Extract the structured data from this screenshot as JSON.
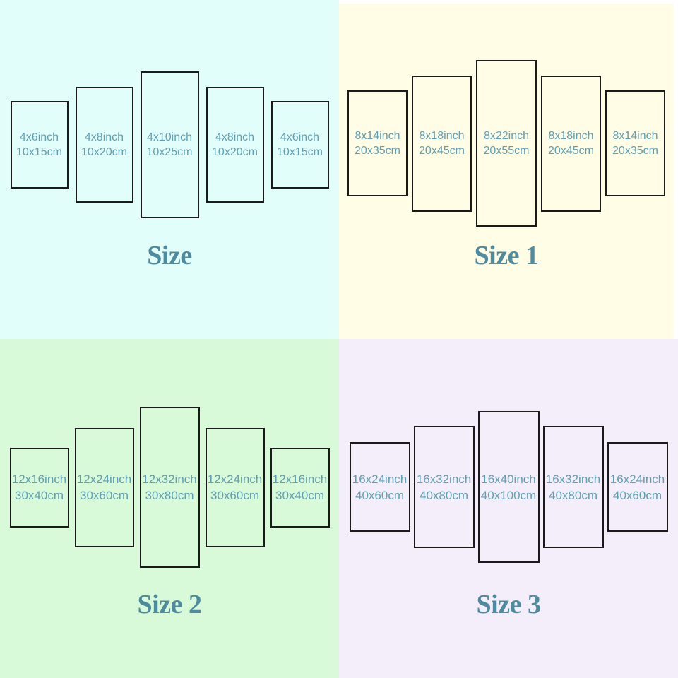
{
  "colors": {
    "label_text": "#5e9fb3",
    "title_text": "#4f8b9e",
    "panel_border": "#1a1a1a",
    "bg_top_left": "#e2fefa",
    "bg_top_right": "#fffde5",
    "bg_bottom_left": "#d9fad8",
    "bg_bottom_right": "#f3eef9",
    "frame_white": "#ffffff"
  },
  "quadrants": [
    {
      "title": "Size",
      "panels": [
        {
          "inch": "4x6inch",
          "cm": "10x15cm"
        },
        {
          "inch": "4x8inch",
          "cm": "10x20cm"
        },
        {
          "inch": "4x10inch",
          "cm": "10x25cm"
        },
        {
          "inch": "4x8inch",
          "cm": "10x20cm"
        },
        {
          "inch": "4x6inch",
          "cm": "10x15cm"
        }
      ]
    },
    {
      "title": "Size 1",
      "panels": [
        {
          "inch": "8x14inch",
          "cm": "20x35cm"
        },
        {
          "inch": "8x18inch",
          "cm": "20x45cm"
        },
        {
          "inch": "8x22inch",
          "cm": "20x55cm"
        },
        {
          "inch": "8x18inch",
          "cm": "20x45cm"
        },
        {
          "inch": "8x14inch",
          "cm": "20x35cm"
        }
      ]
    },
    {
      "title": "Size 2",
      "panels": [
        {
          "inch": "12x16inch",
          "cm": "30x40cm"
        },
        {
          "inch": "12x24inch",
          "cm": "30x60cm"
        },
        {
          "inch": "12x32inch",
          "cm": "30x80cm"
        },
        {
          "inch": "12x24inch",
          "cm": "30x60cm"
        },
        {
          "inch": "12x16inch",
          "cm": "30x40cm"
        }
      ]
    },
    {
      "title": "Size 3",
      "panels": [
        {
          "inch": "16x24inch",
          "cm": "40x60cm"
        },
        {
          "inch": "16x32inch",
          "cm": "40x80cm"
        },
        {
          "inch": "16x40inch",
          "cm": "40x100cm"
        },
        {
          "inch": "16x32inch",
          "cm": "40x80cm"
        },
        {
          "inch": "16x24inch",
          "cm": "40x60cm"
        }
      ]
    }
  ]
}
